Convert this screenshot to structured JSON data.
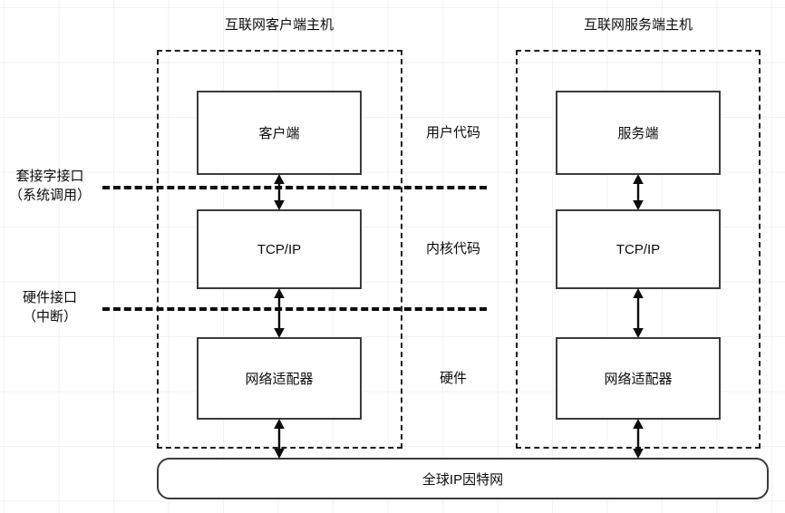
{
  "diagram": {
    "title_client_host": "互联网客户端主机",
    "title_server_host": "互联网服务端主机",
    "client_stack": {
      "application": "客户端",
      "protocol": "TCP/IP",
      "adapter": "网络适配器"
    },
    "server_stack": {
      "application": "服务端",
      "protocol": "TCP/IP",
      "adapter": "网络适配器"
    },
    "middle_labels": {
      "user_code": "用户代码",
      "kernel_code": "内核代码",
      "hardware": "硬件"
    },
    "left_labels": {
      "socket_interface_line1": "套接字接口",
      "socket_interface_line2": "（系统调用）",
      "hardware_interface_line1": "硬件接口",
      "hardware_interface_line2": "（中断）"
    },
    "network": "全球IP因特网",
    "colors": {
      "box_border": "#3b3b3b",
      "dashed_border": "#1f1f1f",
      "text": "#0c0c0c",
      "grid": "#f2f2f2",
      "background": "#ffffff"
    }
  }
}
